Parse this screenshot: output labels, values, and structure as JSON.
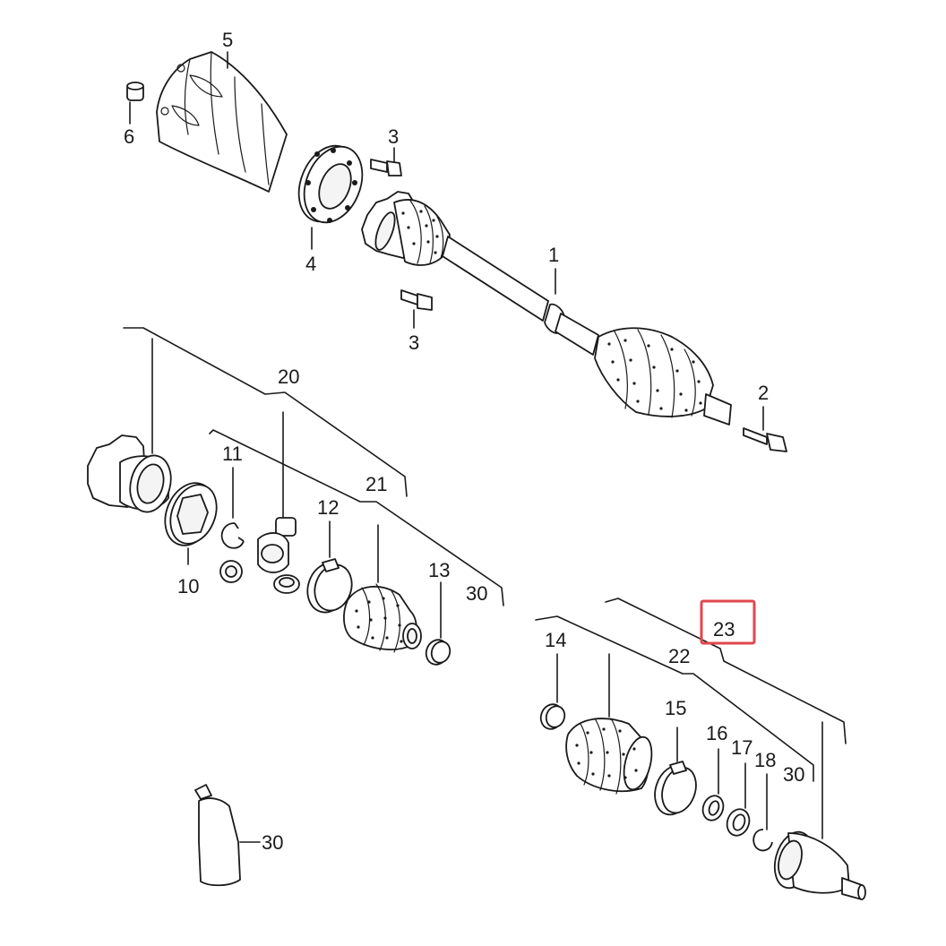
{
  "diagram": {
    "labels": {
      "p1": "1",
      "p2": "2",
      "p3a": "3",
      "p3b": "3",
      "p4": "4",
      "p5": "5",
      "p6": "6",
      "p10": "10",
      "p11": "11",
      "p12": "12",
      "p13": "13",
      "p14": "14",
      "p15": "15",
      "p16": "16",
      "p17": "17",
      "p18": "18",
      "p20": "20",
      "p21": "21",
      "p22": "22",
      "p23": "23",
      "p30a": "30",
      "p30b": "30",
      "p30c": "30"
    },
    "highlight": {
      "target": "23",
      "color": "#e0474c"
    }
  }
}
